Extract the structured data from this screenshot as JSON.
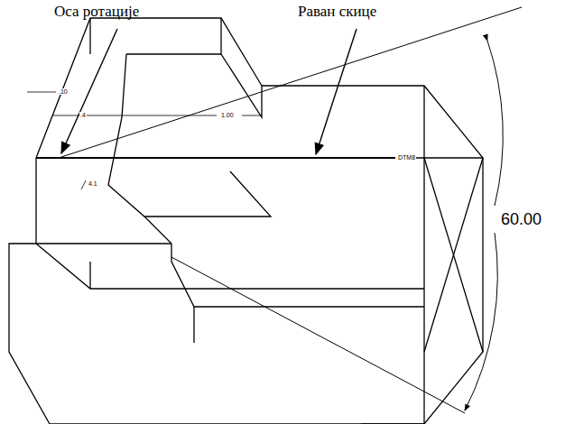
{
  "diagram": {
    "labels": [
      "Оса ротације",
      "Раван скице",
      "60.00",
      ".10",
      ".4",
      "1.00",
      "4.1",
      "DTM8"
    ]
  }
}
